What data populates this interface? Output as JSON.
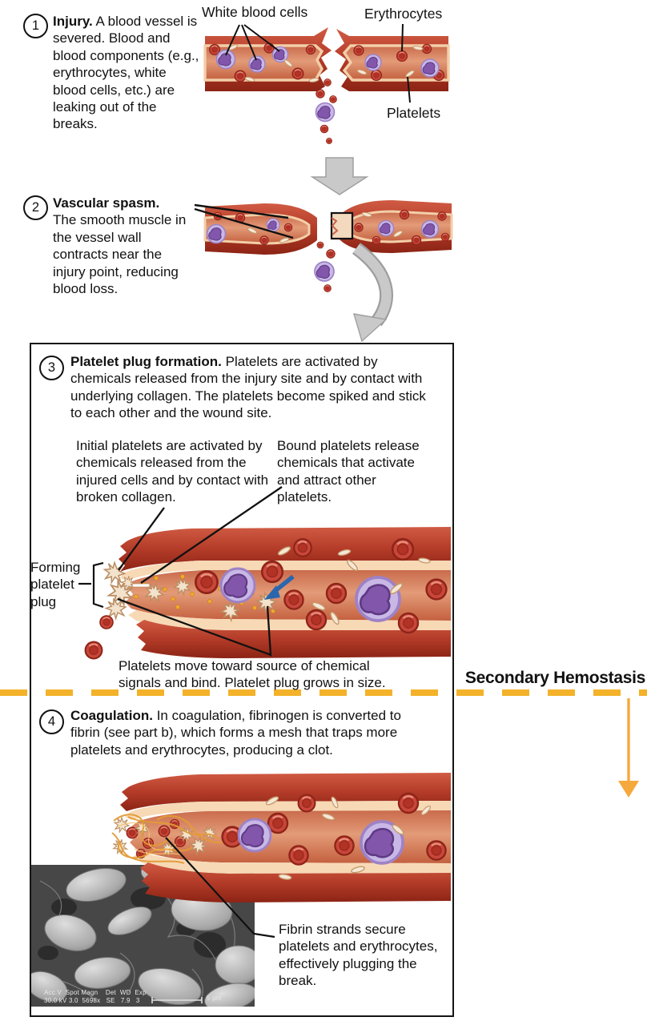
{
  "figure": {
    "kind": "hemostasis process diagram",
    "steps": [
      {
        "num": "1",
        "title": "Injury.",
        "body": "A blood vessel is severed. Blood and blood components (e.g., erythrocytes, white blood cells, etc.) are leaking out of the breaks."
      },
      {
        "num": "2",
        "title": "Vascular spasm.",
        "body": "The smooth muscle in the vessel wall contracts near the injury point, reducing blood loss."
      },
      {
        "num": "3",
        "title": "Platelet plug formation.",
        "body": "Platelets are activated by chemicals released from the injury site and by contact with underlying collagen. The platelets become spiked and stick to each other and the wound site."
      },
      {
        "num": "4",
        "title": "Coagulation.",
        "body": "In coagulation, fibrinogen is converted to fibrin (see part b), which forms a mesh that traps more platelets and erythrocytes, producing a clot."
      }
    ],
    "labels": {
      "white_blood_cells": "White blood cells",
      "erythrocytes": "Erythrocytes",
      "platelets": "Platelets",
      "forming_platelet_plug": "Forming platelet plug",
      "secondary_hemostasis": "Secondary Hemostasis"
    },
    "annotations": {
      "initial_platelets": "Initial platelets are activated by chemicals released from the injured cells and by contact with broken collagen.",
      "bound_platelets": "Bound platelets release chemicals that activate and attract other platelets.",
      "platelets_move": "Platelets move toward source of chemical signals and bind. Platelet plug grows in size.",
      "fibrin_strands": "Fibrin strands secure platelets and erythrocytes, effectively plugging the break."
    },
    "sem_micrograph": {
      "meta_line1": "Acc.V  Spot Magn    Det  WD  Exp",
      "meta_line2": "30.0 kV 3.0  5698x   SE   7.9   3",
      "scale_label": "5 μm"
    },
    "colors": {
      "vessel_wall": "#b33b28",
      "vessel_lining": "#f7d9b6",
      "lumen": "#d4795a",
      "erythrocyte": "#c8473a",
      "leukocyte": "#c9b8e6",
      "platelet": "#f4e4cf",
      "chemical_dot": "#f0a832",
      "fibrin": "#e39b35",
      "dashed_line": "#f3b229",
      "secondary_arrow": "#f5a93c",
      "gray_arrow": "#c9c9c9",
      "connector": "#111111"
    }
  }
}
